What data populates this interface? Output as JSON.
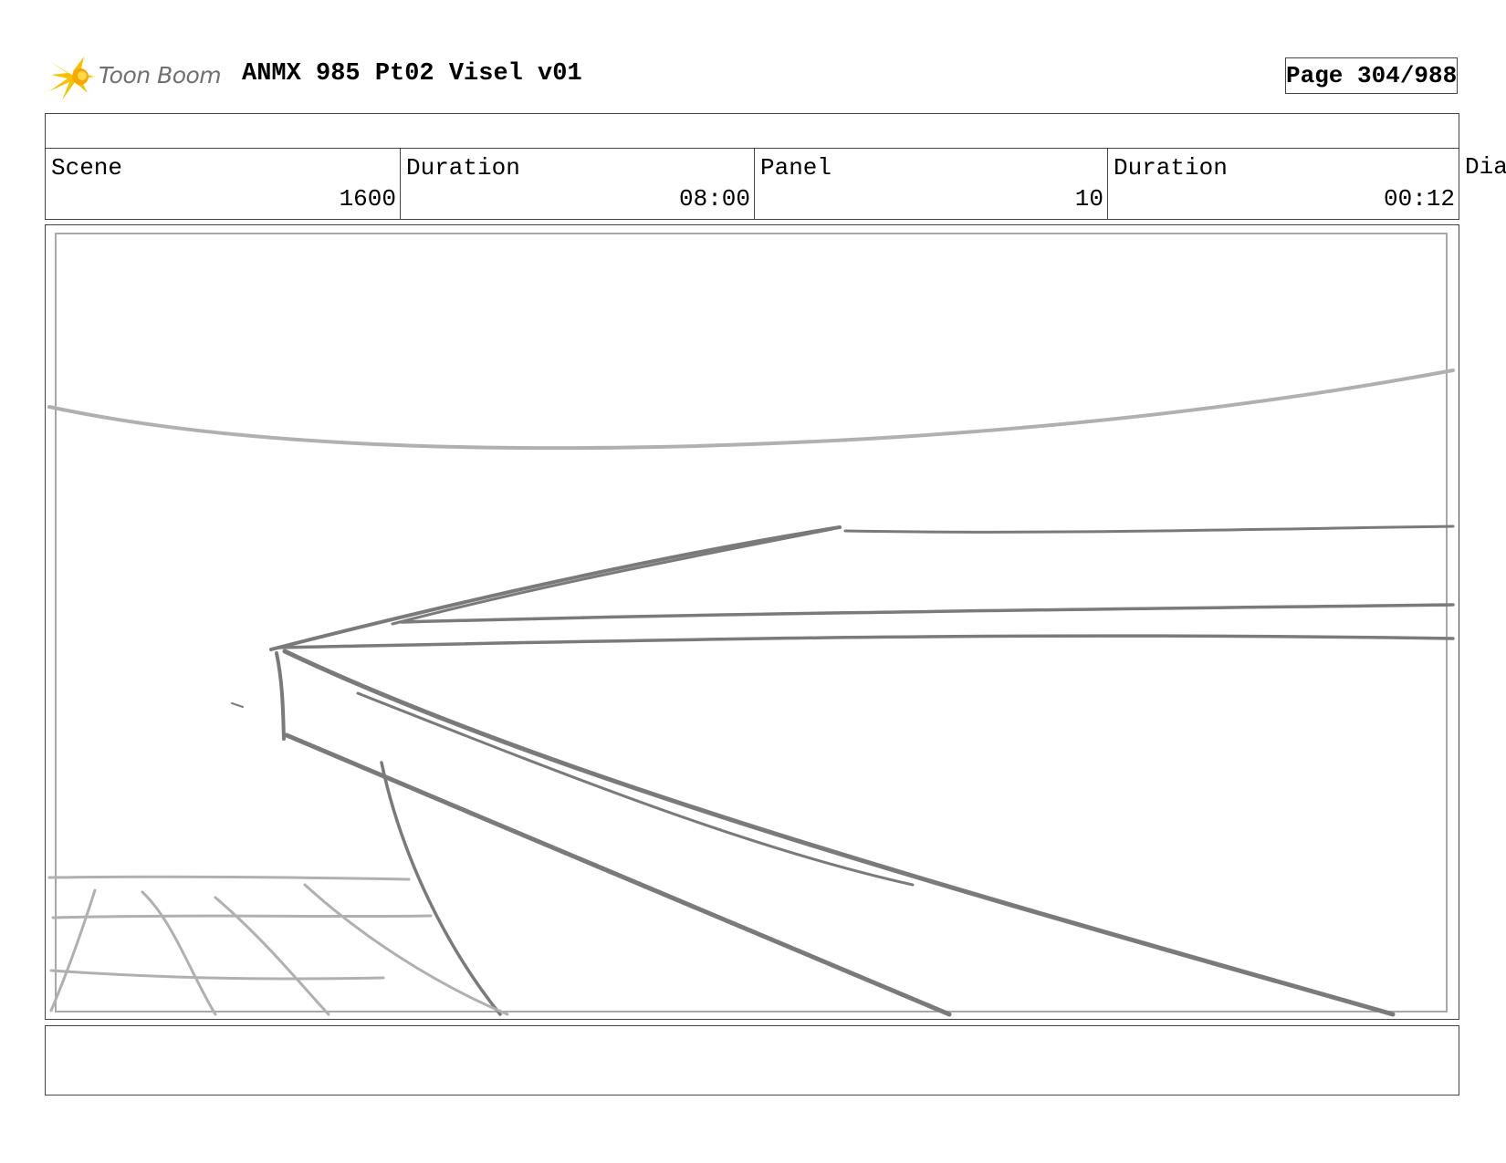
{
  "header": {
    "logo_text": "Toon Boom",
    "logo_icon": "starburst-icon",
    "title": "ANMX 985 Pt02 Visel v01",
    "page_label": "Page 304/988"
  },
  "info": {
    "scene_label": "Scene",
    "scene_value": "1600",
    "scene_duration_label": "Duration",
    "scene_duration_value": "08:00",
    "panel_label": "Panel",
    "panel_value": "10",
    "panel_duration_label": "Duration",
    "panel_duration_value": "00:12",
    "overflow_label": "Dia"
  },
  "colors": {
    "logo_yellow": "#f5c200",
    "sketch_dark": "#7a7a7a",
    "sketch_light": "#b0b0b0",
    "frame_border": "#444444"
  }
}
